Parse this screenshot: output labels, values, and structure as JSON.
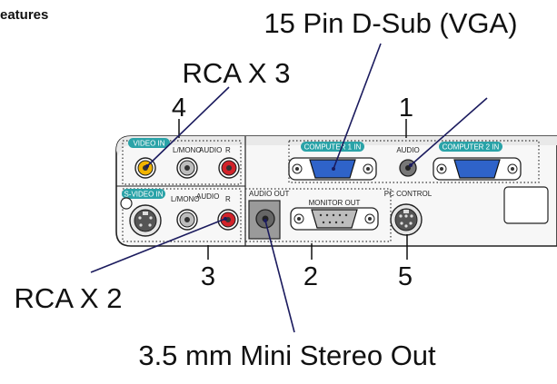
{
  "header": {
    "features_fragment": "eatures"
  },
  "callouts": {
    "vga": "15 Pin D-Sub (VGA)",
    "rca3": "RCA X 3",
    "rca2": "RCA X 2",
    "mini": "3.5 mm Mini Stereo Out"
  },
  "numbers": {
    "n1": "1",
    "n2": "2",
    "n3": "3",
    "n4": "4",
    "n5": "5"
  },
  "panel": {
    "video_in": "VIDEO IN",
    "svideo_in": "S-VIDEO IN",
    "lmono_top": "L/MONO",
    "audio_top": "AUDIO",
    "r_top": "R",
    "lmono_bot": "L/MONO",
    "audio_bot": "AUDIO",
    "r_bot": "R",
    "computer1_in": "COMPUTER 1 IN",
    "audio_mid": "AUDIO",
    "computer2_in": "COMPUTER 2 IN",
    "audio_out": "AUDIO OUT",
    "monitor_out": "MONITOR OUT",
    "pc_control": "PC CONTROL"
  },
  "colors": {
    "badge": "#2aa3a8",
    "pointer": "#1b1b5e",
    "yellow_jack": "#f2b400",
    "red_jack": "#d2232a",
    "vga_blue": "#2f63c9"
  }
}
